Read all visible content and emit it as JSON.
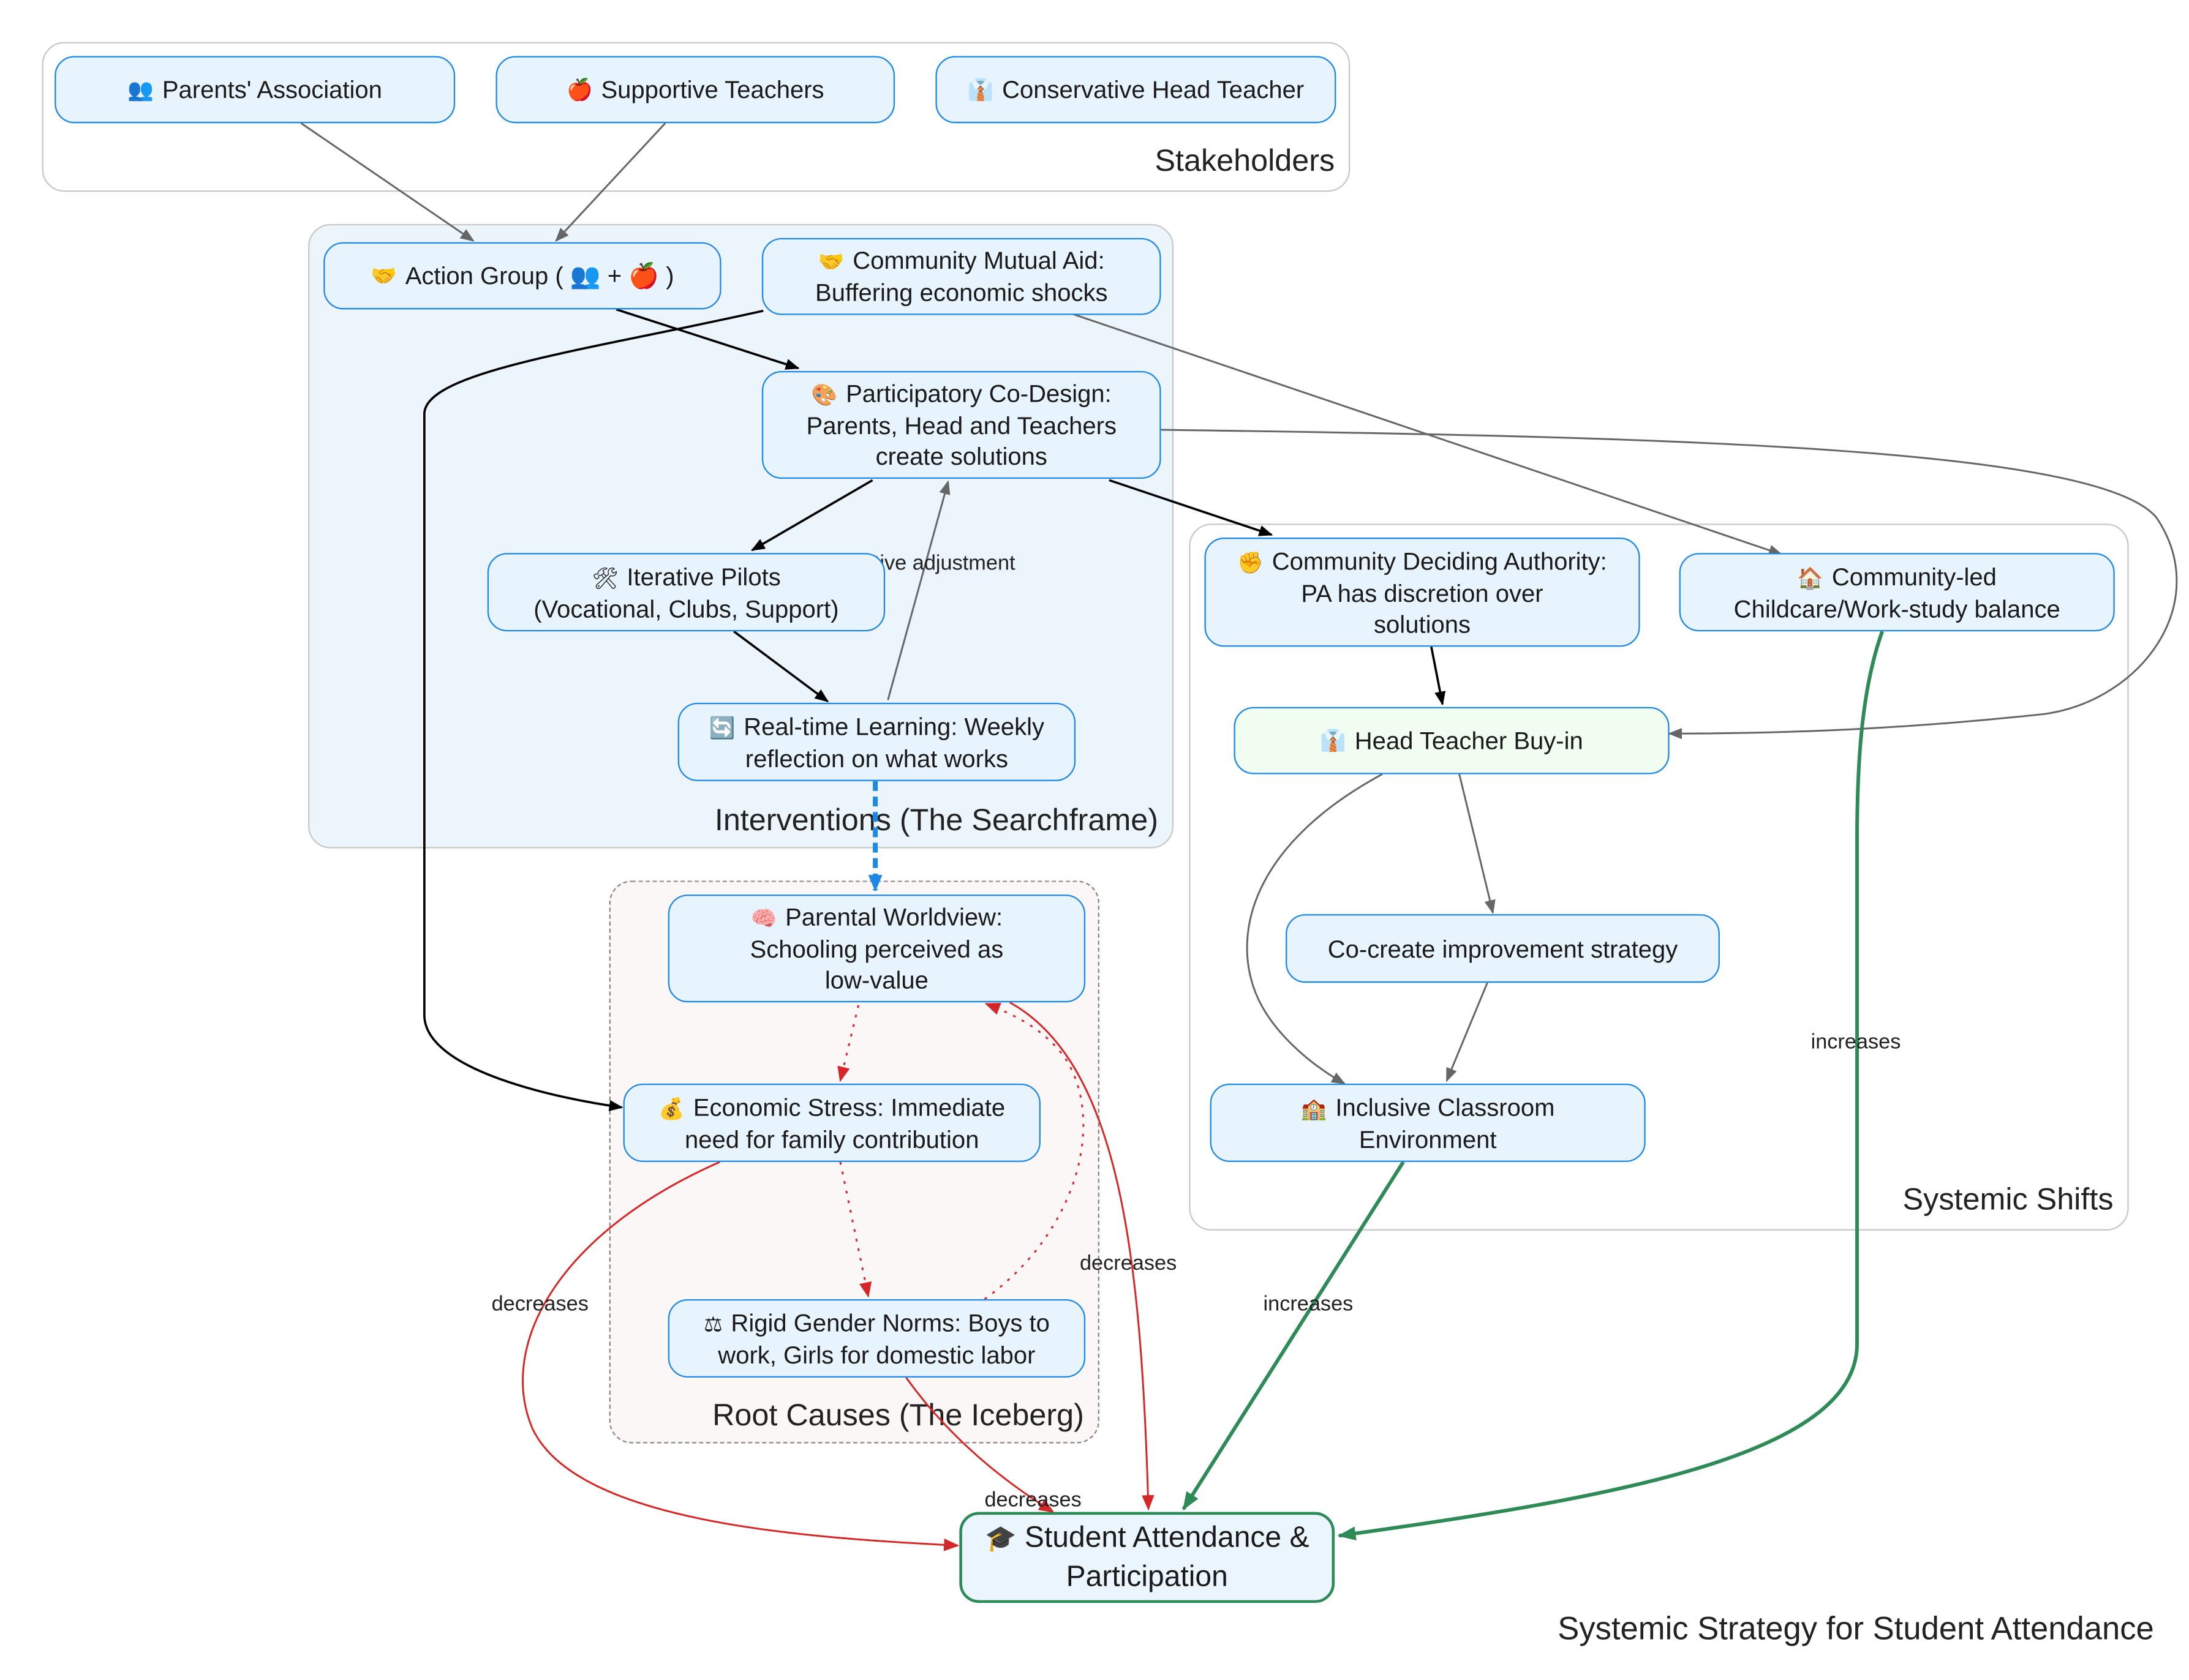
{
  "title": "Systemic Strategy for Student Attendance",
  "clusters": {
    "stakeholders": "Stakeholders",
    "interventions": "Interventions (The Searchframe)",
    "systemic": "Systemic Shifts",
    "root": "Root Causes (The Iceberg)"
  },
  "nodes": {
    "parents": {
      "icon": "👥",
      "text": "Parents' Association"
    },
    "teachers": {
      "icon": "🍎",
      "text": "Supportive Teachers"
    },
    "head": {
      "icon": "👔",
      "text": "Conservative Head Teacher"
    },
    "action": {
      "icon": "🤝",
      "text": "Action Group ( 👥 + 🍎 )"
    },
    "mutual": {
      "icon": "🤝",
      "line1": "Community Mutual Aid:",
      "line2": "Buffering economic shocks"
    },
    "codesign": {
      "icon": "🎨",
      "line1": "Participatory Co-Design:",
      "line2": "Parents, Head and Teachers",
      "line3": "create solutions"
    },
    "pilots": {
      "icon": "🛠",
      "line1": "Iterative Pilots",
      "line2": "(Vocational, Clubs, Support)"
    },
    "learning": {
      "icon": "🔄",
      "line1": "Real-time Learning: Weekly",
      "line2": "reflection on what works"
    },
    "authority": {
      "icon": "✊",
      "line1": "Community Deciding Authority:",
      "line2": "PA has discretion over",
      "line3": "solutions"
    },
    "childcare": {
      "icon": "🏠",
      "line1": "Community-led",
      "line2": "Childcare/Work-study balance"
    },
    "buyin": {
      "icon": "👔",
      "text": "Head Teacher Buy-in"
    },
    "cocreate": {
      "text": "Co-create improvement strategy"
    },
    "inclusive": {
      "icon": "🏫",
      "line1": "Inclusive Classroom",
      "line2": "Environment"
    },
    "worldview": {
      "icon": "🧠",
      "line1": "Parental Worldview:",
      "line2": "Schooling perceived as",
      "line3": "low-value"
    },
    "economic": {
      "icon": "💰",
      "line1": "Economic Stress: Immediate",
      "line2": "need for family contribution"
    },
    "gender": {
      "icon": "⚖",
      "line1": "Rigid Gender Norms: Boys to",
      "line2": "work, Girls for domestic labor"
    },
    "target": {
      "icon": "🎓",
      "line1": "Student Attendance &",
      "line2": "Participation"
    }
  },
  "edge_labels": {
    "iterative": "Iterative adjustment",
    "inc_childcare": "increases",
    "inc_inclusive": "increases",
    "dec_economic": "decreases",
    "dec_worldview": "decreases",
    "dec_gender": "decreases"
  },
  "colors": {
    "node_fill": "#e8f4fd",
    "node_border": "#1e88e5",
    "positive": "#2e8b57",
    "negative": "#d62728",
    "dashed_blue": "#1e88e5",
    "gray_edge": "#666666"
  }
}
